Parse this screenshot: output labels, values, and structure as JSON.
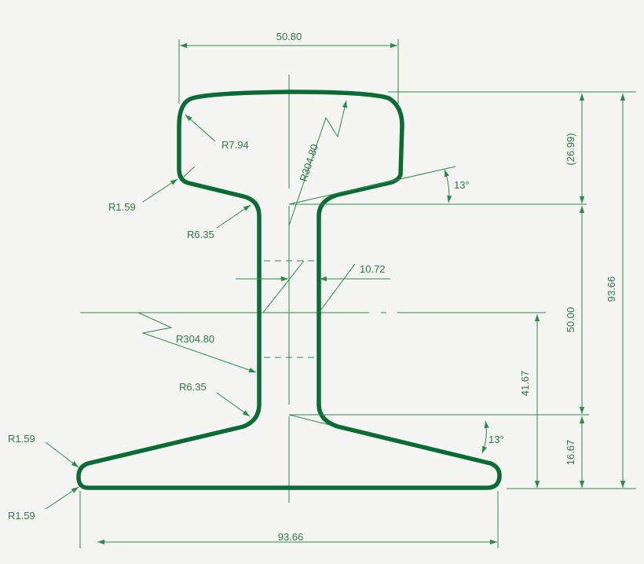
{
  "colors": {
    "profile": "#0a6b35",
    "lines": "#2a8a4a",
    "text": "#2d7a45",
    "background": "#f5f5f4"
  },
  "dimensions": {
    "head_width": "50.80",
    "base_width": "93.66",
    "total_height": "93.66",
    "head_depth": "(26.99)",
    "web_height": "50.00",
    "neutral_axis_height": "41.67",
    "foot_height": "16.67",
    "web_thickness": "10.72"
  },
  "radii": {
    "head_corner": "R7.94",
    "head_radius": "R304.80",
    "head_underside": "R1.59",
    "web_top_fillet": "R6.35",
    "web_radius": "R304.80",
    "web_bottom_fillet": "R6.35",
    "foot_tip_top": "R1.59",
    "foot_tip_bottom": "R1.59"
  },
  "angles": {
    "head_underside": "13°",
    "foot_top": "13°"
  }
}
